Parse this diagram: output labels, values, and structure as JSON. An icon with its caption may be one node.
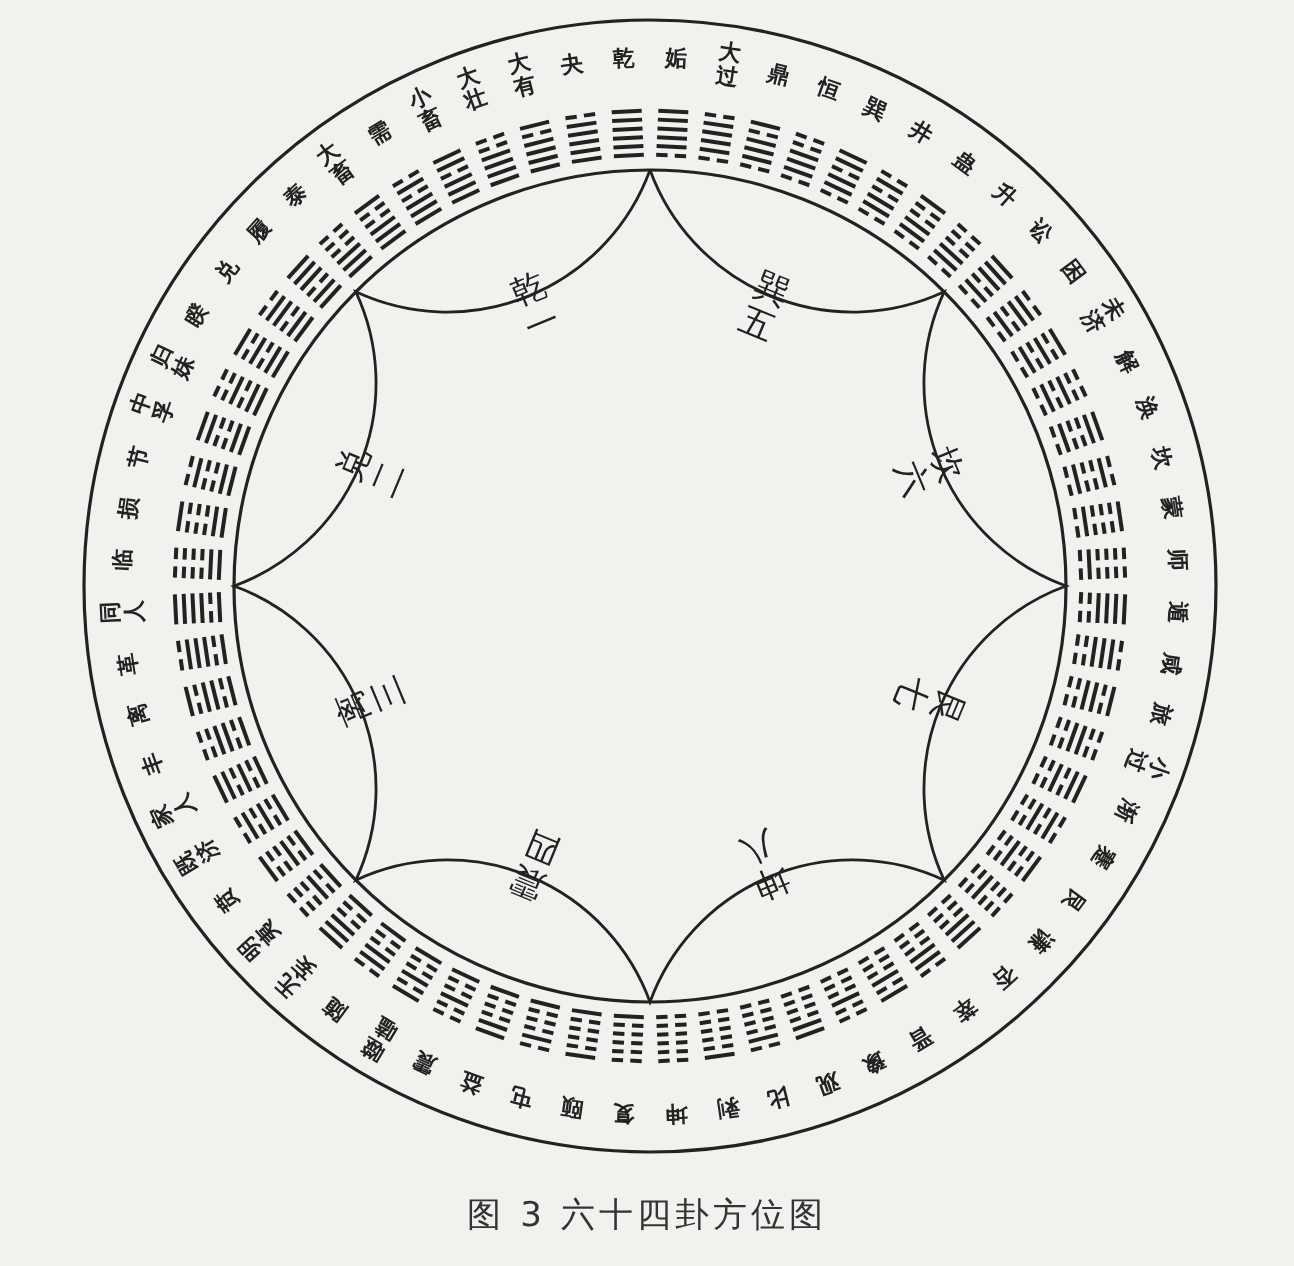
{
  "diagram": {
    "caption": "图 3 六十四卦方位图",
    "labels": [
      "乾",
      "夬",
      "大有",
      "大壮",
      "小畜",
      "需",
      "大畜",
      "泰",
      "履",
      "兑",
      "睽",
      "归妹",
      "中孚",
      "节",
      "损",
      "临",
      "同人",
      "革",
      "离",
      "丰",
      "家人",
      "既济",
      "贲",
      "明夷",
      "无妄",
      "随",
      "噬嗑",
      "震",
      "益",
      "屯",
      "颐",
      "复",
      "姤",
      "大过",
      "鼎",
      "恒",
      "巽",
      "井",
      "蛊",
      "升",
      "讼",
      "困",
      "未济",
      "解",
      "涣",
      "坎",
      "蒙",
      "师",
      "遁",
      "咸",
      "旅",
      "小过",
      "渐",
      "蹇",
      "艮",
      "谦",
      "否",
      "萃",
      "晋",
      "豫",
      "观",
      "比",
      "剥",
      "坤",
      "乾一",
      "巽五",
      "兑二",
      "坎六",
      "离三",
      "艮七",
      "震四",
      "坤八"
    ]
  }
}
